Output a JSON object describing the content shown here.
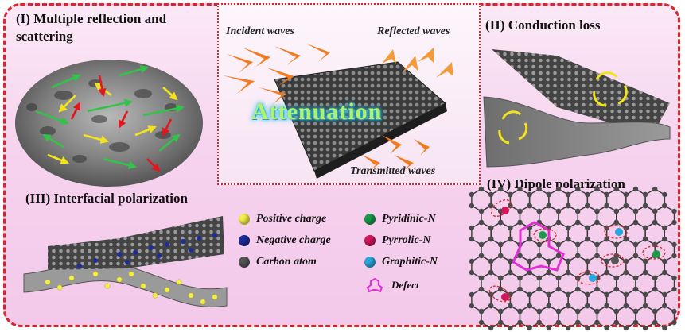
{
  "panels": {
    "p1_title_line1": "(I) Multiple reflection and",
    "p1_title_line2": "scattering",
    "p2_title": "(II)  Conduction loss",
    "p3_title": "(III)  Interfacial polarization",
    "p4_title": "(IV)  Dipole polarization"
  },
  "center": {
    "incident": "Incident waves",
    "reflected": "Reflected waves",
    "transmitted": "Transmitted waves",
    "attenuation": "Attenuation"
  },
  "legend": [
    {
      "label": "Positive charge",
      "color": "#f2ee4a"
    },
    {
      "label": "Negative charge",
      "color": "#1f2d9a"
    },
    {
      "label": "Carbon atom",
      "color": "#555555"
    },
    {
      "label": "Pyridinic-N",
      "color": "#1a9a4a"
    },
    {
      "label": "Pyrrolic-N",
      "color": "#d0175a"
    },
    {
      "label": "Graphitic-N",
      "color": "#2aa7df"
    }
  ],
  "defect_label": "Defect",
  "colors": {
    "border": "#d8262c",
    "arrow_orange": "#f47a1f",
    "arrow_green": "#33c24a",
    "arrow_yellow": "#f3e31c",
    "arrow_red": "#e0181e",
    "defect": "#e22fd4"
  }
}
